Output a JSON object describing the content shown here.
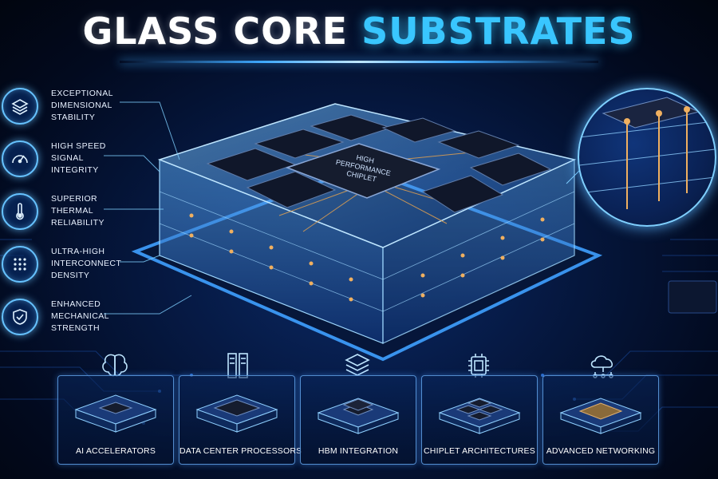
{
  "title": {
    "part1": "GLASS CORE",
    "part2": "SUBSTRATES"
  },
  "chip": {
    "label_line1": "HIGH",
    "label_line2": "PERFORMANCE",
    "label_line3": "CHIPLET"
  },
  "features": [
    {
      "icon": "layers-icon",
      "lines": [
        "EXCEPTIONAL",
        "DIMENSIONAL",
        "STABILITY"
      ]
    },
    {
      "icon": "speedometer-icon",
      "lines": [
        "HIGH SPEED",
        "SIGNAL",
        "INTEGRITY"
      ]
    },
    {
      "icon": "thermometer-icon",
      "lines": [
        "SUPERIOR",
        "THERMAL",
        "RELIABILITY"
      ]
    },
    {
      "icon": "dot-grid-icon",
      "lines": [
        "ULTRA-HIGH",
        "INTERCONNECT",
        "DENSITY"
      ]
    },
    {
      "icon": "shield-check-icon",
      "lines": [
        "ENHANCED",
        "MECHANICAL",
        "STRENGTH"
      ]
    }
  ],
  "applications": [
    {
      "icon": "brain-icon",
      "label": "AI ACCELERATORS"
    },
    {
      "icon": "server-rack-icon",
      "label": "DATA CENTER PROCESSORS"
    },
    {
      "icon": "stacked-layers-icon",
      "label": "HBM INTEGRATION"
    },
    {
      "icon": "chip-icon",
      "label": "CHIPLET ARCHITECTURES"
    },
    {
      "icon": "cloud-network-icon",
      "label": "ADVANCED NETWORKING"
    }
  ],
  "colors": {
    "accent": "#39c6ff",
    "glow": "#3fa9ff",
    "background": "#020a1f",
    "copper": "#e0a050"
  }
}
